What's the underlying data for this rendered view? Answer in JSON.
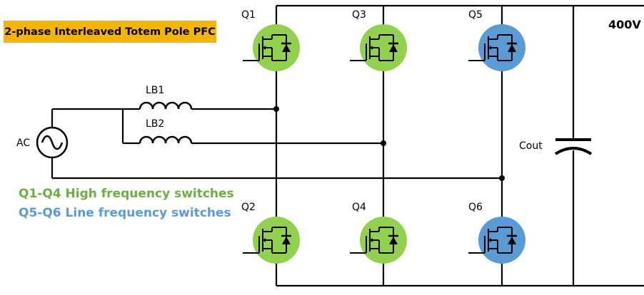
{
  "title": "2-phase Interleaved Totem Pole PFC",
  "voltage_label": "400V",
  "source_label": "AC",
  "capacitor_label": "Cout",
  "inductors": [
    {
      "label": "LB1"
    },
    {
      "label": "LB2"
    }
  ],
  "switches": [
    {
      "label": "Q1",
      "type": "high"
    },
    {
      "label": "Q2",
      "type": "high"
    },
    {
      "label": "Q3",
      "type": "high"
    },
    {
      "label": "Q4",
      "type": "high"
    },
    {
      "label": "Q5",
      "type": "line"
    },
    {
      "label": "Q6",
      "type": "line"
    }
  ],
  "legend": {
    "high": "Q1-Q4 High frequency switches",
    "line": "Q5-Q6 Line frequency switches"
  },
  "colors": {
    "title_bg": "#F4B400",
    "high": "#92D050",
    "line": "#5B9BD5",
    "wire": "#000000"
  }
}
